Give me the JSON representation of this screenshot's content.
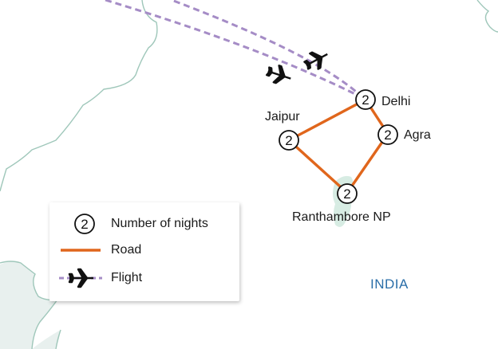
{
  "map": {
    "country_label": "INDIA",
    "colors": {
      "land": "#ffffff",
      "water": "#e8f0ee",
      "border": "#9fc7ba",
      "road": "#e0661c",
      "flight": "#a58cc6",
      "park": "#d7ece3"
    },
    "stops": [
      {
        "name": "Delhi",
        "nights": "2"
      },
      {
        "name": "Agra",
        "nights": "2"
      },
      {
        "name": "Ranthambore NP",
        "nights": "2"
      },
      {
        "name": "Jaipur",
        "nights": "2"
      }
    ]
  },
  "legend": {
    "nights_symbol": "2",
    "nights_label": "Number of nights",
    "road_label": "Road",
    "flight_label": "Flight",
    "flight_icon": "airplane-icon"
  }
}
